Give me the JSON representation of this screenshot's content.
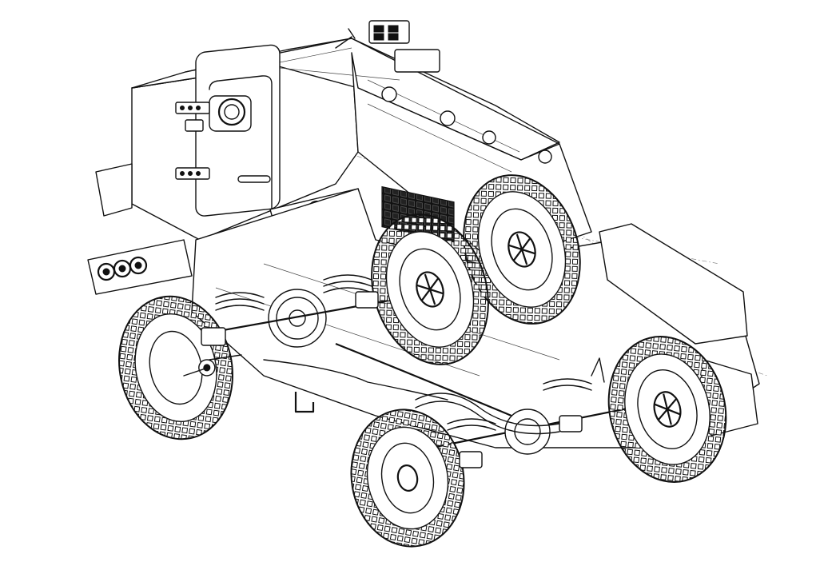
{
  "colors": {
    "line": "#111111",
    "background": "#ffffff"
  },
  "wheels": [
    {
      "name": "rear-left-wheel"
    },
    {
      "name": "middle-left-wheel"
    },
    {
      "name": "rear-right-wheel"
    },
    {
      "name": "front-left-wheel"
    },
    {
      "name": "front-right-wheel"
    }
  ]
}
